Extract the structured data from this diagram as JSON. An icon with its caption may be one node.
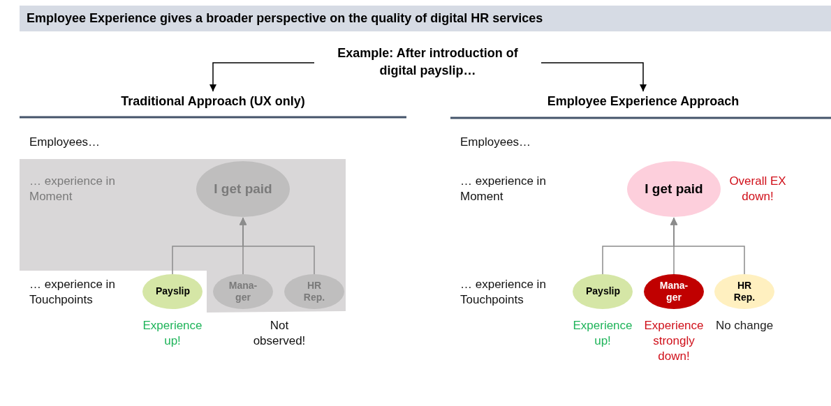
{
  "diagram": {
    "title": "Employee Experience gives a broader perspective on the quality of digital HR services",
    "nodes": [
      {
        "text": [
          "Example: After introduction of digital payslip…"
        ]
      },
      {
        "text": [
          "Traditional Approach (UX only)"
        ]
      },
      {
        "text": [
          "Employee Experience Approach"
        ]
      },
      {
        "text": [
          "I get paid"
        ]
      },
      {
        "text": [
          "Payslip"
        ],
        "beside": [
          "Experience up!"
        ]
      },
      {
        "text": [
          "Mana-ger"
        ]
      },
      {
        "text": [
          "HR Rep."
        ]
      },
      {
        "text": [
          "I get paid"
        ],
        "beside": [
          "Overall EX down!"
        ]
      },
      {
        "text": [
          "Payslip"
        ],
        "beside": [
          "Experience up!"
        ]
      },
      {
        "text": [
          "Mana-ger"
        ],
        "beside": [
          "Experience strongly down!"
        ]
      },
      {
        "text": [
          "HR Rep."
        ],
        "beside": [
          "No change"
        ]
      }
    ],
    "edges": [
      {
        "from": 0,
        "to": 1,
        "arrow": "to",
        "color": "#000000"
      },
      {
        "from": 0,
        "to": 2,
        "arrow": "to",
        "color": "#000000"
      },
      {
        "from": 4,
        "to": 3,
        "arrow": "to"
      },
      {
        "from": 5,
        "to": 3,
        "arrow": "to"
      },
      {
        "from": 6,
        "to": 3,
        "arrow": "to"
      },
      {
        "from": 8,
        "to": 7,
        "arrow": "to"
      },
      {
        "from": 9,
        "to": 7,
        "arrow": "to"
      },
      {
        "from": 10,
        "to": 7,
        "arrow": "to"
      }
    ],
    "labels": [
      "Employees…",
      "… experience in Moment",
      "… experience in Touchpoints",
      "Not observed!",
      "Employees…",
      "… experience in Moment",
      "… experience in Touchpoints"
    ]
  }
}
